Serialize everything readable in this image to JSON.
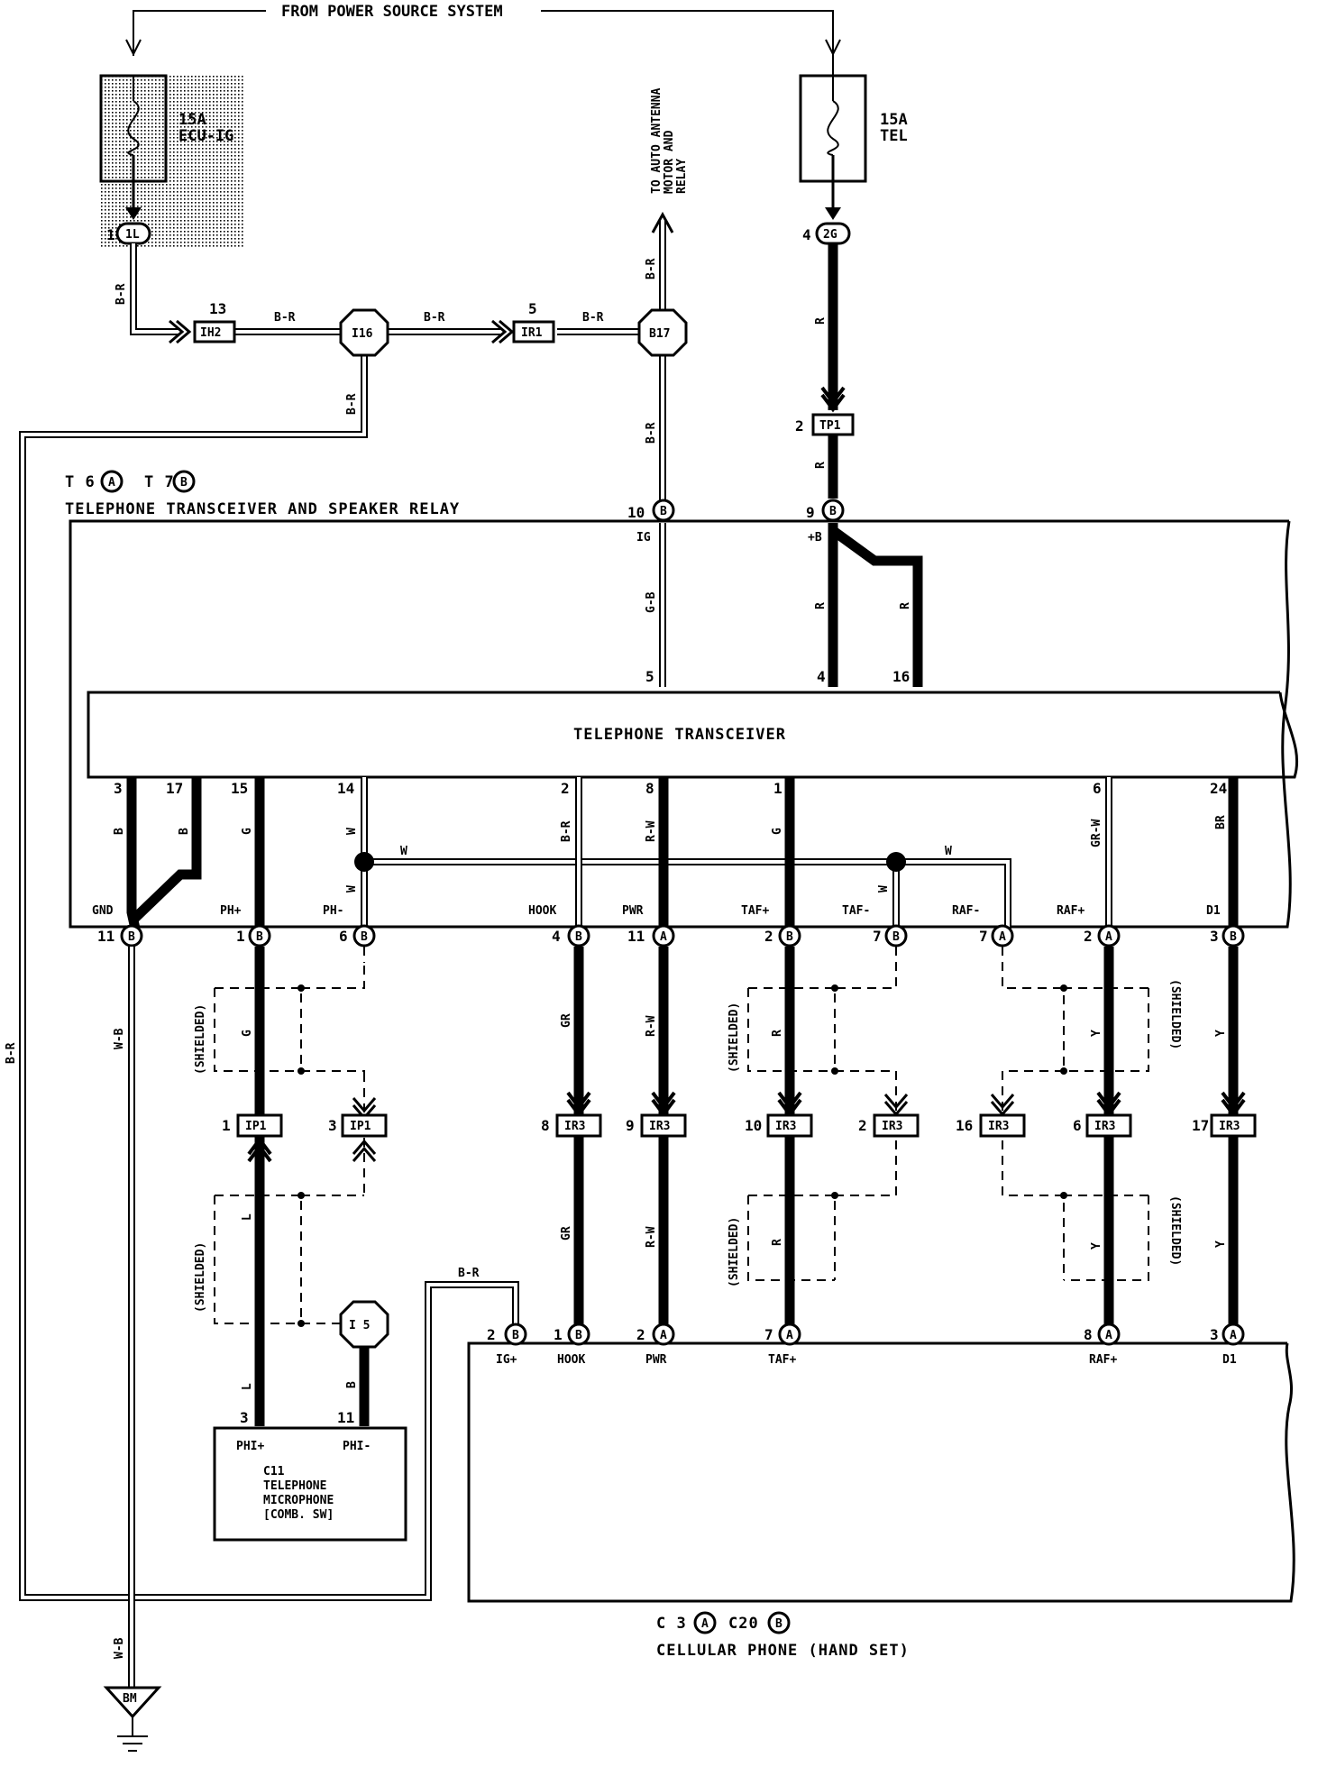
{
  "top": {
    "power_source": "FROM POWER SOURCE SYSTEM"
  },
  "fuses": [
    {
      "amp": "15A",
      "name": "ECU-IG"
    },
    {
      "amp": "15A",
      "name": "TEL"
    }
  ],
  "antenna_note": [
    "TO AUTO ANTENNA",
    "MOTOR AND",
    "RELAY"
  ],
  "junctions": {
    "ecu_pin": "1",
    "ecu_conn": "1L",
    "tel_pin": "4",
    "tel_conn": "2G",
    "ih2_pin": "13",
    "ih2": "IH2",
    "i16": "I16",
    "ir1_pin": "5",
    "ir1": "IR1",
    "b17": "B17",
    "tp1_pin": "2",
    "tp1": "TP1",
    "i5": "I 5",
    "ground": "BM"
  },
  "transceiver": {
    "ref_a": "T 6",
    "ref_b": "T 7",
    "letter_a": "A",
    "letter_b": "B",
    "name": "TELEPHONE TRANSCEIVER AND SPEAKER RELAY",
    "inner": "TELEPHONE TRANSCEIVER",
    "top_pins": [
      {
        "pin": "10",
        "letter": "B",
        "label": "IG"
      },
      {
        "pin": "9",
        "letter": "B",
        "label": "+B"
      }
    ],
    "inner_top_pins": [
      "5",
      "4",
      "16"
    ],
    "inner_bottom_pins": [
      "3",
      "17",
      "15",
      "14",
      "2",
      "8",
      "1",
      "6",
      "24"
    ],
    "bottom_labels": [
      "GND",
      "PH+",
      "PH-",
      "HOOK",
      "PWR",
      "TAF+",
      "TAF-",
      "RAF-",
      "RAF+",
      "D1"
    ],
    "bottom_pins": [
      {
        "pin": "11",
        "letter": "B"
      },
      {
        "pin": "1",
        "letter": "B"
      },
      {
        "pin": "6",
        "letter": "B"
      },
      {
        "pin": "4",
        "letter": "B"
      },
      {
        "pin": "11",
        "letter": "A"
      },
      {
        "pin": "2",
        "letter": "B"
      },
      {
        "pin": "7",
        "letter": "B"
      },
      {
        "pin": "7",
        "letter": "A"
      },
      {
        "pin": "2",
        "letter": "A"
      },
      {
        "pin": "3",
        "letter": "B"
      }
    ]
  },
  "wire_colors": {
    "br": "B-R",
    "r": "R",
    "gb": "G-B",
    "b": "B",
    "g": "G",
    "w": "W",
    "rw": "R-W",
    "grw": "GR-W",
    "brn": "BR",
    "wb": "W-B",
    "gr": "GR",
    "y": "Y",
    "l": "L"
  },
  "shielded": "(SHIELDED)",
  "connectors_mid": [
    {
      "pin": "1",
      "name": "IP1"
    },
    {
      "pin": "3",
      "name": "IP1"
    },
    {
      "pin": "8",
      "name": "IR3"
    },
    {
      "pin": "9",
      "name": "IR3"
    },
    {
      "pin": "10",
      "name": "IR3"
    },
    {
      "pin": "2",
      "name": "IR3"
    },
    {
      "pin": "16",
      "name": "IR3"
    },
    {
      "pin": "6",
      "name": "IR3"
    },
    {
      "pin": "17",
      "name": "IR3"
    }
  ],
  "microphone": {
    "pins": [
      "3",
      "11"
    ],
    "labels": [
      "PHI+",
      "PHI-"
    ],
    "name": [
      "C11",
      "TELEPHONE",
      "MICROPHONE",
      "[COMB. SW]"
    ]
  },
  "cellular": {
    "ref_a": "C 3",
    "ref_b": "C20",
    "letter_a": "A",
    "letter_b": "B",
    "name": "CELLULAR PHONE (HAND SET)",
    "pins": [
      {
        "pin": "2",
        "letter": "B",
        "label": "IG+"
      },
      {
        "pin": "1",
        "letter": "B",
        "label": "HOOK"
      },
      {
        "pin": "2",
        "letter": "A",
        "label": "PWR"
      },
      {
        "pin": "7",
        "letter": "A",
        "label": "TAF+"
      },
      {
        "pin": "8",
        "letter": "A",
        "label": "RAF+"
      },
      {
        "pin": "3",
        "letter": "A",
        "label": "D1"
      }
    ]
  }
}
